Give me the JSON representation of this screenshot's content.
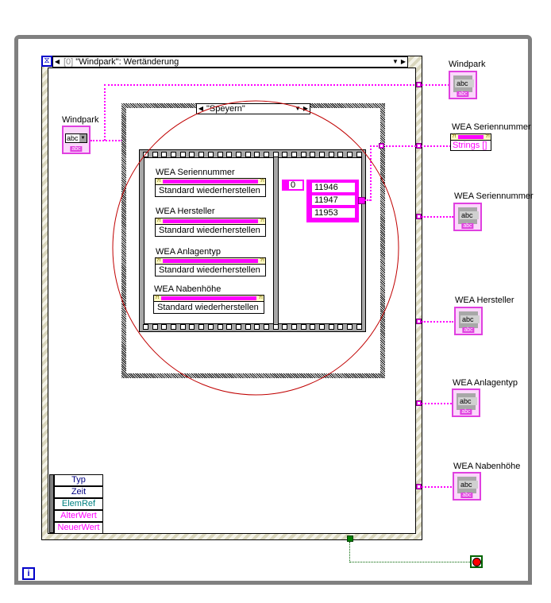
{
  "event_structure": {
    "index_label": "[0]",
    "event_label": "\"Windpark\": Wertänderung"
  },
  "case_structure": {
    "selector_label": "\"Speyern\""
  },
  "controls": {
    "windpark": {
      "label": "Windpark",
      "value": "abc",
      "tag": "abc"
    }
  },
  "property_nodes": [
    {
      "label": "WEA Seriennummer",
      "property": "Standard wiederherstellen"
    },
    {
      "label": "WEA Hersteller",
      "property": "Standard wiederherstellen"
    },
    {
      "label": "WEA Anlagentyp",
      "property": "Standard wiederherstellen"
    },
    {
      "label": "WEA Nabenhöhe",
      "property": "Standard wiederherstellen"
    }
  ],
  "array_constant": {
    "index": "0",
    "values": [
      "11946",
      "11947",
      "11953"
    ]
  },
  "indicators": [
    {
      "label": "Windpark",
      "value": "abc",
      "tag": "abc"
    },
    {
      "label": "WEA Seriennummer",
      "property": "Strings []"
    },
    {
      "label": "WEA Seriennummer",
      "value": "abc",
      "tag": "abc"
    },
    {
      "label": "WEA Hersteller",
      "value": "abc",
      "tag": "abc"
    },
    {
      "label": "WEA Anlagentyp",
      "value": "abc",
      "tag": "abc"
    },
    {
      "label": "WEA Nabenhöhe",
      "value": "abc",
      "tag": "abc"
    }
  ],
  "event_data_node": {
    "items": [
      {
        "label": "Typ",
        "color": "#000080"
      },
      {
        "label": "Zeit",
        "color": "#000080"
      },
      {
        "label": "ElemRef",
        "color": "#008080"
      },
      {
        "label": "AlterWert",
        "color": "#ff00ff"
      },
      {
        "label": "NeuerWert",
        "color": "#ff00ff"
      }
    ]
  },
  "misc": {
    "unwired_terminal": "?",
    "info_icon": "i",
    "hourglass_icon": "⧖"
  }
}
